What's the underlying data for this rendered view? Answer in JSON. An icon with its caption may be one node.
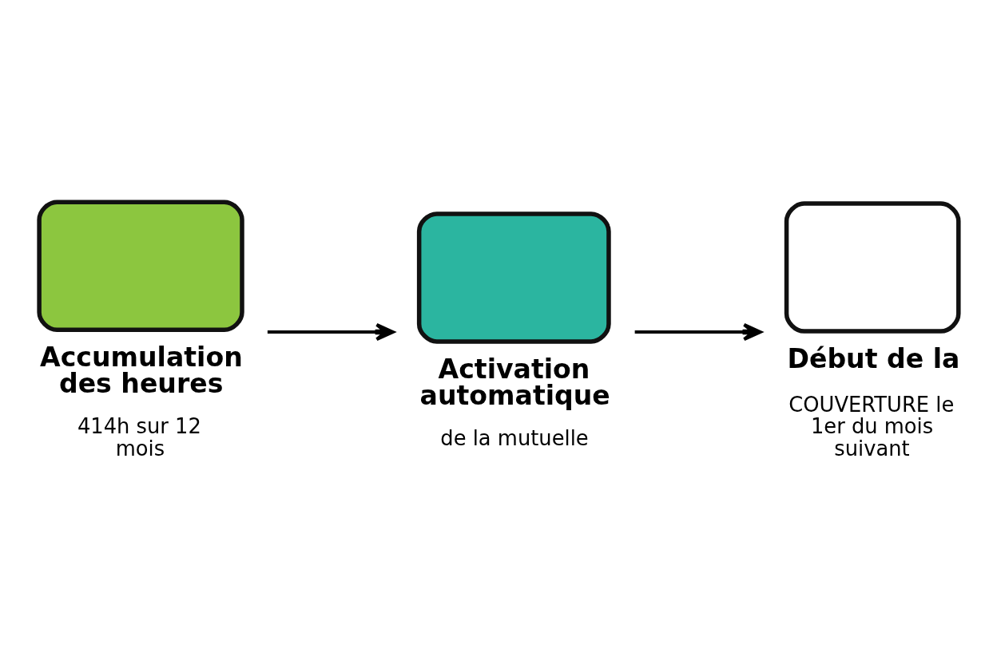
{
  "diagram": {
    "nodes": [
      {
        "text": [
          "Accumulation des heures",
          "414h sur 12 mois"
        ]
      },
      {
        "text": [
          "Activation automatique",
          "de la mutuelle"
        ]
      },
      {
        "text": [
          "Début de la",
          "COUVERTURE le 1er du mois suivant"
        ]
      }
    ],
    "edges": [
      {
        "from": 0,
        "to": 1,
        "arrow": "to"
      },
      {
        "from": 1,
        "to": 2,
        "arrow": "to"
      }
    ]
  }
}
